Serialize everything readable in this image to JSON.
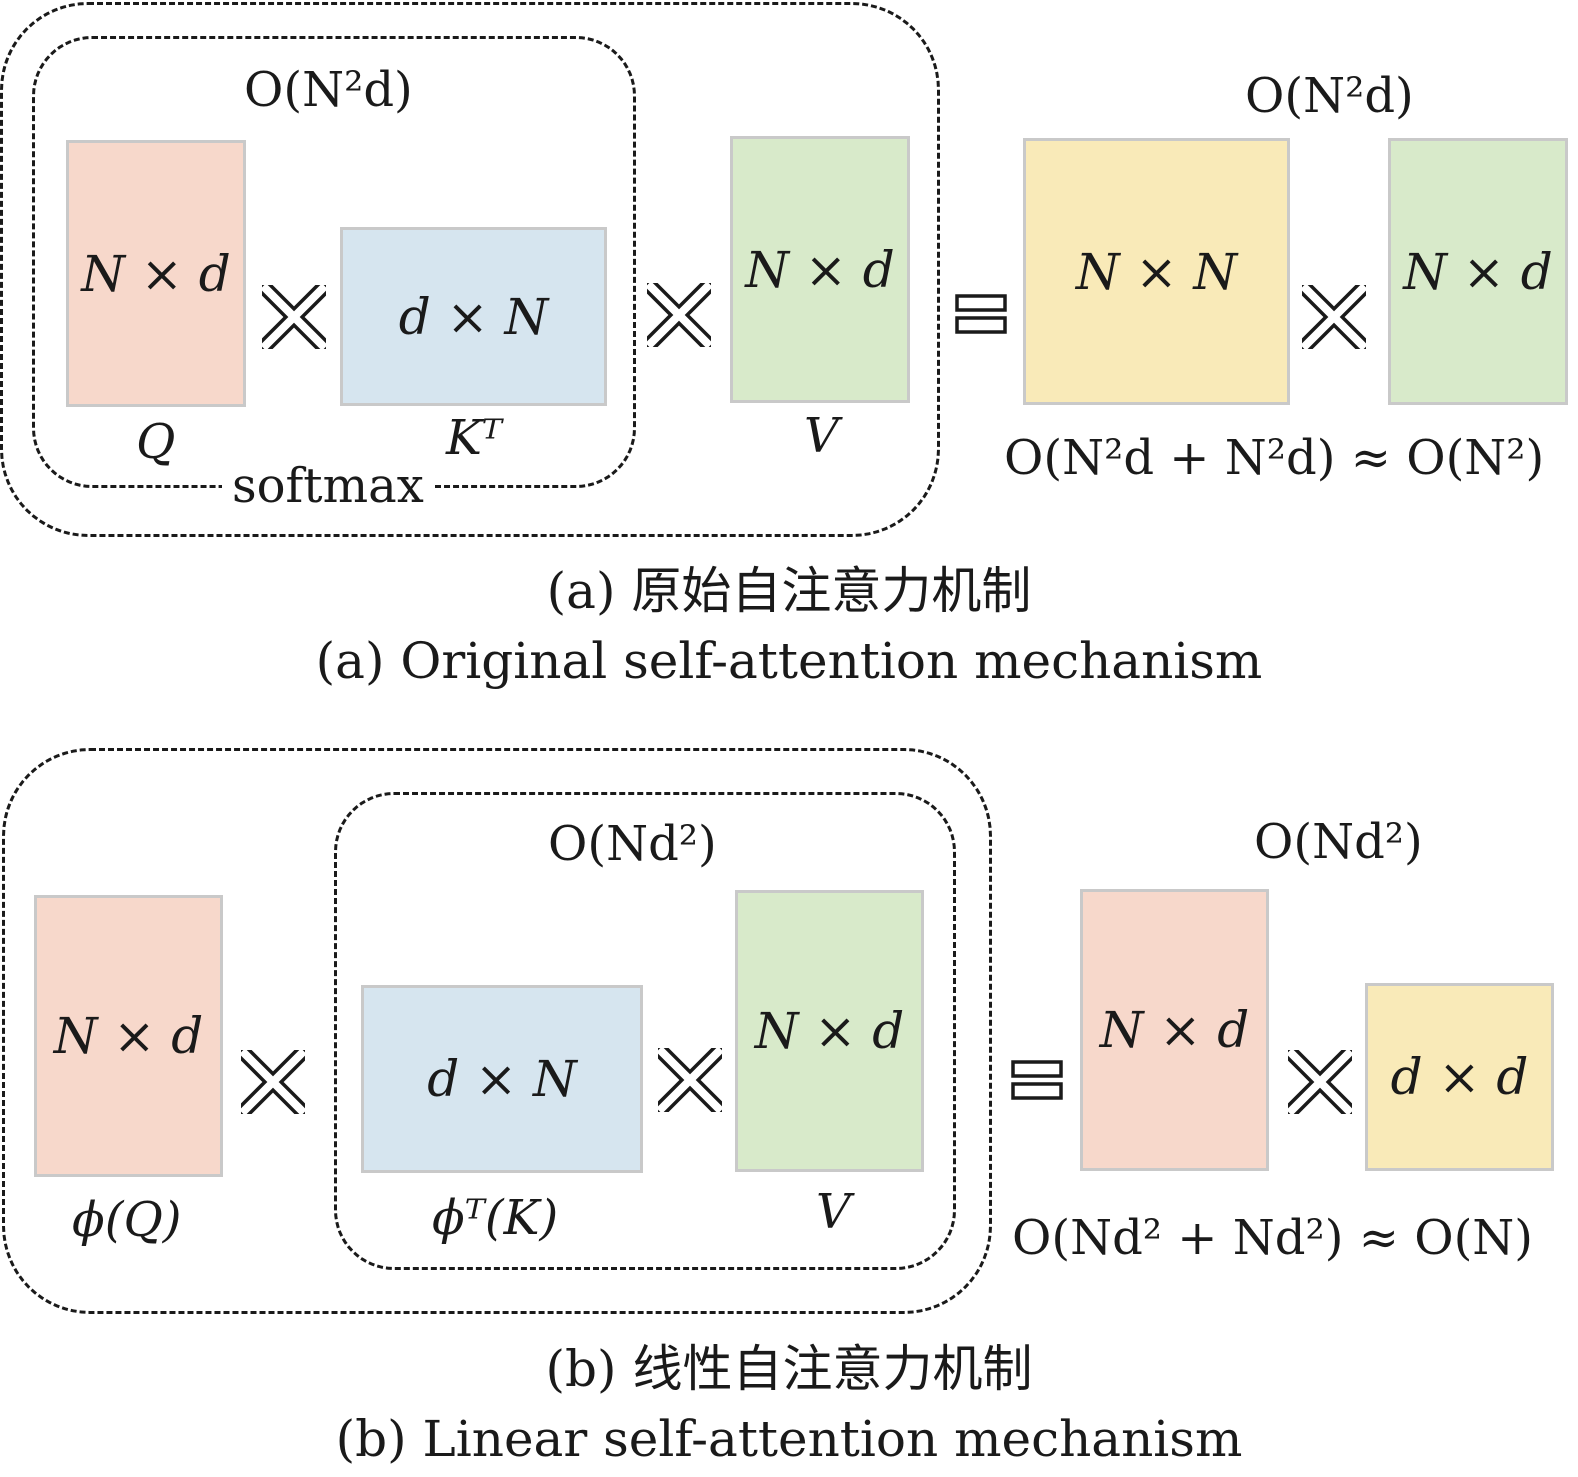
{
  "panel_a": {
    "matrices": {
      "q": "N × d",
      "kt": "d × N",
      "v": "N × d",
      "attn": "N × N",
      "v2": "N × d"
    },
    "labels": {
      "q": "Q",
      "kt": "Kᵀ",
      "v": "V",
      "softmax": "softmax",
      "complexity_inner": "O(N²d)",
      "complexity_right": "O(N²d)",
      "complexity_total": "O(N²d + N²d) ≈ O(N²)"
    },
    "caption_cn": "(a) 原始自注意力机制",
    "caption_en": "(a) Original self-attention mechanism"
  },
  "panel_b": {
    "matrices": {
      "q": "N × d",
      "kt": "d × N",
      "v": "N × d",
      "left": "N × d",
      "right": "d × d"
    },
    "labels": {
      "q": "ϕ(Q)",
      "kt": "ϕᵀ(K)",
      "v": "V",
      "complexity_inner": "O(Nd²)",
      "complexity_right": "O(Nd²)",
      "complexity_total": "O(Nd² + Nd²) ≈ O(N)"
    },
    "caption_cn": "(b) 线性自注意力机制",
    "caption_en": "(b) Linear self-attention mechanism"
  },
  "colors": {
    "query": "#f7d8cb",
    "key": "#d6e5ef",
    "value": "#d8eaca",
    "attention": "#f9eab8"
  }
}
